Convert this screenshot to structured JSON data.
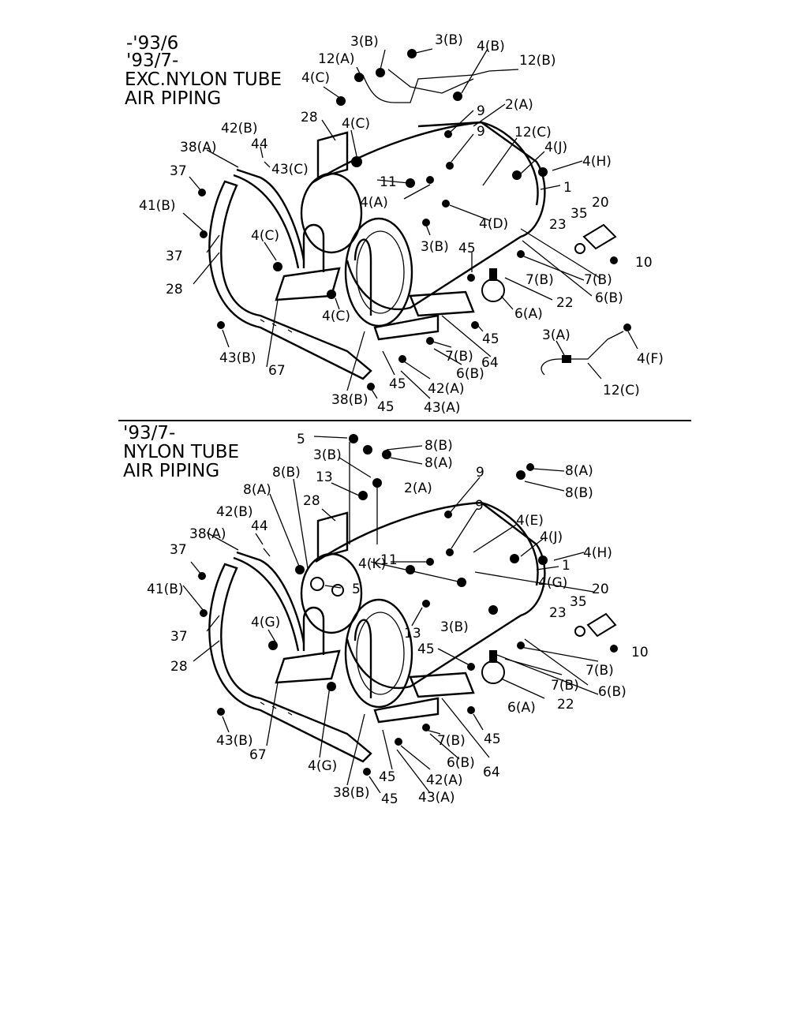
{
  "sections": [
    {
      "title_lines": [
        "-'93/6",
        "'93/7-",
        "EXC.NYLON TUBE",
        "AIR PIPING"
      ],
      "labels": [
        "3(B)",
        "3(B)",
        "4(B)",
        "12(A)",
        "12(B)",
        "4(C)",
        "28",
        "9",
        "2(A)",
        "42(B)",
        "4(C)",
        "9",
        "12(C)",
        "38(A)",
        "44",
        "43(C)",
        "4(J)",
        "4(H)",
        "37",
        "11",
        "4(A)",
        "1",
        "41(B)",
        "20",
        "4(D)",
        "35",
        "23",
        "3(B)",
        "4(C)",
        "37",
        "45",
        "10",
        "7(B)",
        "28",
        "7(B)",
        "6(B)",
        "4(C)",
        "6(A)",
        "22",
        "45",
        "3(A)",
        "43(B)",
        "7(B)",
        "64",
        "4(F)",
        "6(B)",
        "67",
        "45",
        "42(A)",
        "12(C)",
        "38(B)",
        "45",
        "43(A)"
      ]
    },
    {
      "title_lines": [
        "'93/7-",
        "NYLON TUBE",
        "AIR PIPING"
      ],
      "labels": [
        "5",
        "8(B)",
        "3(B)",
        "8(A)",
        "9",
        "8(A)",
        "8(B)",
        "13",
        "2(A)",
        "8(B)",
        "8(A)",
        "28",
        "9",
        "42(B)",
        "4(E)",
        "38(A)",
        "44",
        "4(J)",
        "4(H)",
        "37",
        "4(K)",
        "11",
        "1",
        "41(B)",
        "5",
        "4(G)",
        "20",
        "35",
        "4(G)",
        "23",
        "13",
        "3(B)",
        "37",
        "10",
        "45",
        "28",
        "7(B)",
        "7(B)",
        "6(B)",
        "22",
        "6(A)",
        "45",
        "43(B)",
        "7(B)",
        "64",
        "6(B)",
        "67",
        "4(G)",
        "45",
        "42(A)",
        "38(B)",
        "45",
        "43(A)"
      ]
    }
  ]
}
